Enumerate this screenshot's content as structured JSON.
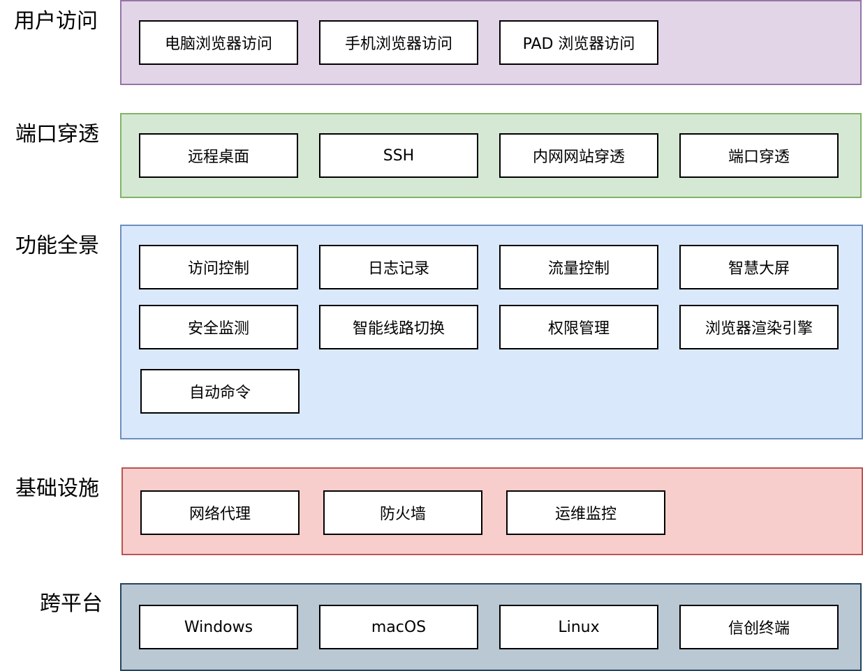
{
  "layers": {
    "user_access": {
      "title": "用户访问",
      "fill": "#e1d5e7",
      "stroke": "#9673a6",
      "items": [
        "电脑浏览器访问",
        "手机浏览器访问",
        "PAD 浏览器访问"
      ]
    },
    "port_tunneling": {
      "title": "端口穿透",
      "fill": "#d5e8d4",
      "stroke": "#82b366",
      "items": [
        "远程桌面",
        "SSH",
        "内网网站穿透",
        "端口穿透"
      ]
    },
    "features": {
      "title": "功能全景",
      "fill": "#dae8fc",
      "stroke": "#6c8ebf",
      "items": [
        "访问控制",
        "日志记录",
        "流量控制",
        "智慧大屏",
        "安全监测",
        "智能线路切换",
        "权限管理",
        "浏览器渲染引擎",
        "自动命令"
      ]
    },
    "infrastructure": {
      "title": "基础设施",
      "fill": "#f8cecc",
      "stroke": "#b85450",
      "items": [
        "网络代理",
        "防火墙",
        "运维监控"
      ]
    },
    "cross_platform": {
      "title": "跨平台",
      "fill": "#bac8d3",
      "stroke": "#23445d",
      "items": [
        "Windows",
        "macOS",
        "Linux",
        "信创终端"
      ]
    }
  }
}
